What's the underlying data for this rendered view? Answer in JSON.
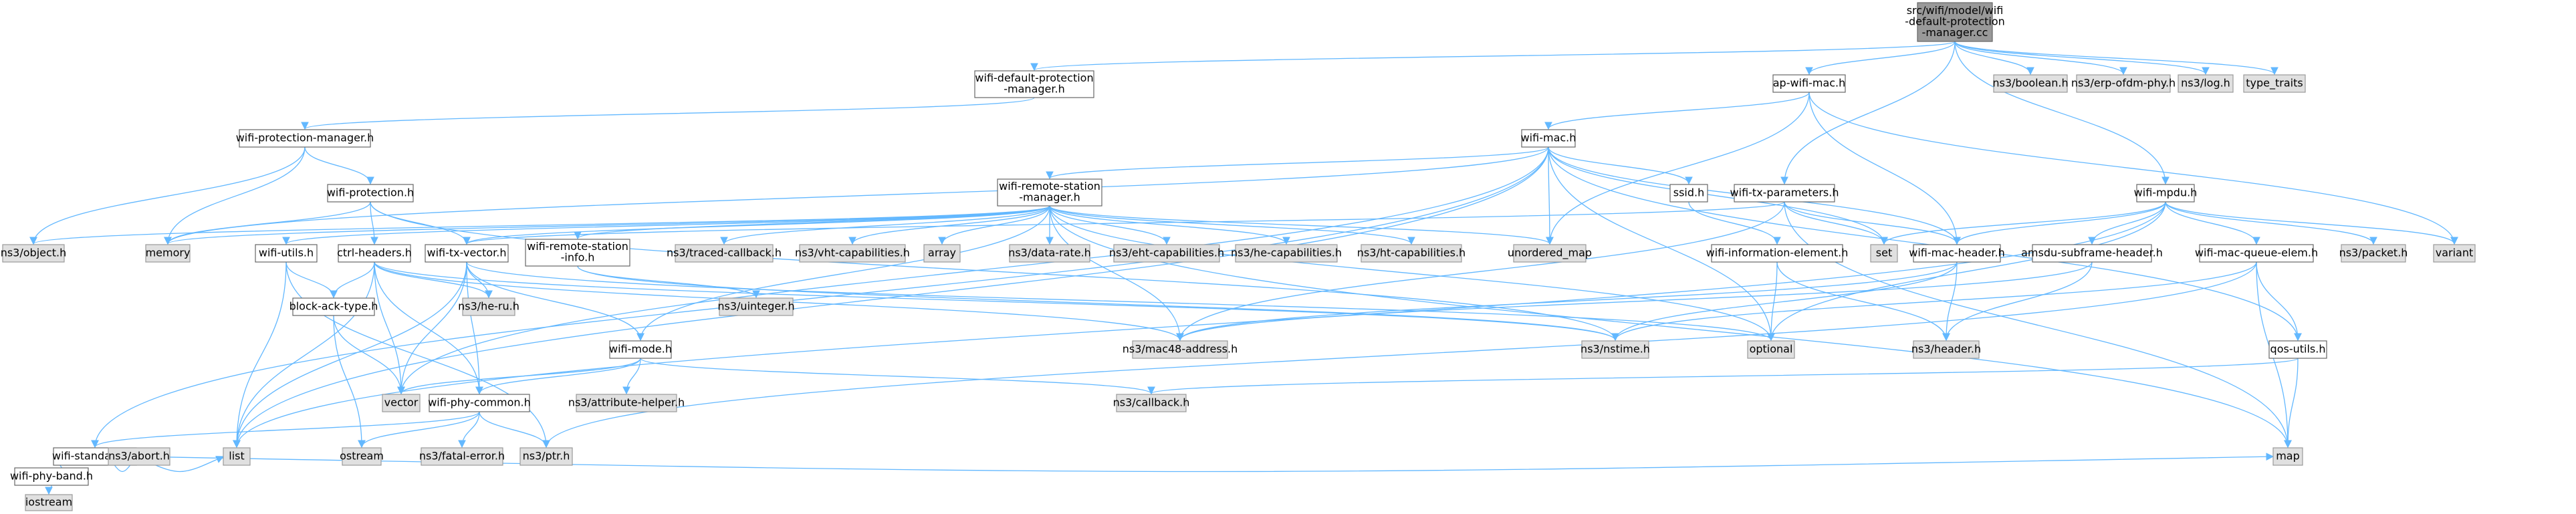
{
  "colors": {
    "edge": "#63b8ff",
    "root_fill": "#999999",
    "external_fill": "#e0e0e0",
    "file_fill": "#ffffff"
  },
  "nodes": [
    {
      "id": "root",
      "lines": [
        "src/wifi/model/wifi",
        "-default-protection",
        "-manager.cc"
      ],
      "kind": "root"
    },
    {
      "id": "wdpm",
      "lines": [
        "wifi-default-protection",
        "-manager.h"
      ],
      "kind": "file"
    },
    {
      "id": "apmac",
      "lines": [
        "ap-wifi-mac.h"
      ],
      "kind": "file"
    },
    {
      "id": "boolean",
      "lines": [
        "ns3/boolean.h"
      ],
      "kind": "ext"
    },
    {
      "id": "erp",
      "lines": [
        "ns3/erp-ofdm-phy.h"
      ],
      "kind": "ext"
    },
    {
      "id": "log",
      "lines": [
        "ns3/log.h"
      ],
      "kind": "ext"
    },
    {
      "id": "typetraits",
      "lines": [
        "type_traits"
      ],
      "kind": "ext"
    },
    {
      "id": "wpm",
      "lines": [
        "wifi-protection-manager.h"
      ],
      "kind": "file"
    },
    {
      "id": "wifimac",
      "lines": [
        "wifi-mac.h"
      ],
      "kind": "file"
    },
    {
      "id": "wifimpdu",
      "lines": [
        "wifi-mpdu.h"
      ],
      "kind": "file"
    },
    {
      "id": "wprot",
      "lines": [
        "wifi-protection.h"
      ],
      "kind": "file"
    },
    {
      "id": "wrsm",
      "lines": [
        "wifi-remote-station",
        "-manager.h"
      ],
      "kind": "file"
    },
    {
      "id": "ssid",
      "lines": [
        "ssid.h"
      ],
      "kind": "file"
    },
    {
      "id": "wtxp",
      "lines": [
        "wifi-tx-parameters.h"
      ],
      "kind": "file"
    },
    {
      "id": "object",
      "lines": [
        "ns3/object.h"
      ],
      "kind": "ext"
    },
    {
      "id": "memory",
      "lines": [
        "memory"
      ],
      "kind": "ext"
    },
    {
      "id": "wutils",
      "lines": [
        "wifi-utils.h"
      ],
      "kind": "file"
    },
    {
      "id": "ctrl",
      "lines": [
        "ctrl-headers.h"
      ],
      "kind": "file"
    },
    {
      "id": "wtxv",
      "lines": [
        "wifi-tx-vector.h"
      ],
      "kind": "file"
    },
    {
      "id": "wrsi",
      "lines": [
        "wifi-remote-station",
        "-info.h"
      ],
      "kind": "file"
    },
    {
      "id": "traced",
      "lines": [
        "ns3/traced-callback.h"
      ],
      "kind": "ext"
    },
    {
      "id": "vht",
      "lines": [
        "ns3/vht-capabilities.h"
      ],
      "kind": "ext"
    },
    {
      "id": "array",
      "lines": [
        "array"
      ],
      "kind": "ext"
    },
    {
      "id": "datarate",
      "lines": [
        "ns3/data-rate.h"
      ],
      "kind": "ext"
    },
    {
      "id": "eht",
      "lines": [
        "ns3/eht-capabilities.h"
      ],
      "kind": "ext"
    },
    {
      "id": "he",
      "lines": [
        "ns3/he-capabilities.h"
      ],
      "kind": "ext"
    },
    {
      "id": "ht",
      "lines": [
        "ns3/ht-capabilities.h"
      ],
      "kind": "ext"
    },
    {
      "id": "umap",
      "lines": [
        "unordered_map"
      ],
      "kind": "ext"
    },
    {
      "id": "wie",
      "lines": [
        "wifi-information-element.h"
      ],
      "kind": "file"
    },
    {
      "id": "set",
      "lines": [
        "set"
      ],
      "kind": "ext"
    },
    {
      "id": "wmh",
      "lines": [
        "wifi-mac-header.h"
      ],
      "kind": "file"
    },
    {
      "id": "amsdu",
      "lines": [
        "amsdu-subframe-header.h"
      ],
      "kind": "file"
    },
    {
      "id": "wmqe",
      "lines": [
        "wifi-mac-queue-elem.h"
      ],
      "kind": "file"
    },
    {
      "id": "packet",
      "lines": [
        "ns3/packet.h"
      ],
      "kind": "ext"
    },
    {
      "id": "variant",
      "lines": [
        "variant"
      ],
      "kind": "ext"
    },
    {
      "id": "back",
      "lines": [
        "block-ack-type.h"
      ],
      "kind": "file"
    },
    {
      "id": "heru",
      "lines": [
        "ns3/he-ru.h"
      ],
      "kind": "ext"
    },
    {
      "id": "uinteger",
      "lines": [
        "ns3/uinteger.h"
      ],
      "kind": "ext"
    },
    {
      "id": "wmode",
      "lines": [
        "wifi-mode.h"
      ],
      "kind": "file"
    },
    {
      "id": "mac48",
      "lines": [
        "ns3/mac48-address.h"
      ],
      "kind": "ext"
    },
    {
      "id": "nstime",
      "lines": [
        "ns3/nstime.h"
      ],
      "kind": "ext"
    },
    {
      "id": "optional",
      "lines": [
        "optional"
      ],
      "kind": "ext"
    },
    {
      "id": "header",
      "lines": [
        "ns3/header.h"
      ],
      "kind": "ext"
    },
    {
      "id": "qos",
      "lines": [
        "qos-utils.h"
      ],
      "kind": "file"
    },
    {
      "id": "attr",
      "lines": [
        "ns3/attribute-helper.h"
      ],
      "kind": "ext"
    },
    {
      "id": "vector",
      "lines": [
        "vector"
      ],
      "kind": "ext"
    },
    {
      "id": "wpc",
      "lines": [
        "wifi-phy-common.h"
      ],
      "kind": "file"
    },
    {
      "id": "callback",
      "lines": [
        "ns3/callback.h"
      ],
      "kind": "ext"
    },
    {
      "id": "wstd",
      "lines": [
        "wifi-standards.h"
      ],
      "kind": "file"
    },
    {
      "id": "ostream",
      "lines": [
        "ostream"
      ],
      "kind": "ext"
    },
    {
      "id": "fatal",
      "lines": [
        "ns3/fatal-error.h"
      ],
      "kind": "ext"
    },
    {
      "id": "ptr",
      "lines": [
        "ns3/ptr.h"
      ],
      "kind": "ext"
    },
    {
      "id": "wpb",
      "lines": [
        "wifi-phy-band.h"
      ],
      "kind": "file"
    },
    {
      "id": "abort",
      "lines": [
        "ns3/abort.h"
      ],
      "kind": "ext"
    },
    {
      "id": "list",
      "lines": [
        "list"
      ],
      "kind": "ext"
    },
    {
      "id": "map",
      "lines": [
        "map"
      ],
      "kind": "ext"
    },
    {
      "id": "iostream",
      "lines": [
        "iostream"
      ],
      "kind": "ext"
    }
  ],
  "edges": [
    [
      "root",
      "wdpm"
    ],
    [
      "root",
      "apmac"
    ],
    [
      "root",
      "boolean"
    ],
    [
      "root",
      "erp"
    ],
    [
      "root",
      "log"
    ],
    [
      "root",
      "typetraits"
    ],
    [
      "root",
      "wtxp"
    ],
    [
      "root",
      "wifimpdu"
    ],
    [
      "wdpm",
      "wpm"
    ],
    [
      "apmac",
      "wifimac"
    ],
    [
      "apmac",
      "wmh"
    ],
    [
      "apmac",
      "umap"
    ],
    [
      "apmac",
      "variant"
    ],
    [
      "wpm",
      "wprot"
    ],
    [
      "wpm",
      "object"
    ],
    [
      "wpm",
      "memory"
    ],
    [
      "wifimac",
      "wrsm"
    ],
    [
      "wifimac",
      "ssid"
    ],
    [
      "wifimac",
      "wstd"
    ],
    [
      "wifimac",
      "wmh"
    ],
    [
      "wifimac",
      "qos"
    ],
    [
      "wifimac",
      "set"
    ],
    [
      "wifimac",
      "umap"
    ],
    [
      "wifimac",
      "list"
    ],
    [
      "wifimac",
      "vector"
    ],
    [
      "wifimac",
      "memory"
    ],
    [
      "wifimac",
      "optional"
    ],
    [
      "wprot",
      "ctrl"
    ],
    [
      "wprot",
      "wtxv"
    ],
    [
      "wprot",
      "memory"
    ],
    [
      "wprot",
      "nstime"
    ],
    [
      "wrsm",
      "object"
    ],
    [
      "wrsm",
      "memory"
    ],
    [
      "wrsm",
      "wutils"
    ],
    [
      "wrsm",
      "wtxv"
    ],
    [
      "wrsm",
      "wrsi"
    ],
    [
      "wrsm",
      "traced"
    ],
    [
      "wrsm",
      "vht"
    ],
    [
      "wrsm",
      "array"
    ],
    [
      "wrsm",
      "datarate"
    ],
    [
      "wrsm",
      "eht"
    ],
    [
      "wrsm",
      "he"
    ],
    [
      "wrsm",
      "ht"
    ],
    [
      "wrsm",
      "umap"
    ],
    [
      "wrsm",
      "wmode"
    ],
    [
      "wrsm",
      "mac48"
    ],
    [
      "wrsm",
      "optional"
    ],
    [
      "wrsm",
      "map"
    ],
    [
      "ssid",
      "wie"
    ],
    [
      "wie",
      "header"
    ],
    [
      "wie",
      "optional"
    ],
    [
      "wtxp",
      "wmh"
    ],
    [
      "wtxp",
      "set"
    ],
    [
      "wtxp",
      "wtxv"
    ],
    [
      "wtxp",
      "mac48"
    ],
    [
      "wtxp",
      "map"
    ],
    [
      "wifimpdu",
      "wmh"
    ],
    [
      "wifimpdu",
      "amsdu"
    ],
    [
      "wifimpdu",
      "wmqe"
    ],
    [
      "wifimpdu",
      "packet"
    ],
    [
      "wifimpdu",
      "set"
    ],
    [
      "wifimpdu",
      "variant"
    ],
    [
      "wifimpdu",
      "list"
    ],
    [
      "wifimpdu",
      "optional"
    ],
    [
      "wutils",
      "back"
    ],
    [
      "wutils",
      "list"
    ],
    [
      "wutils",
      "ptr"
    ],
    [
      "ctrl",
      "back"
    ],
    [
      "ctrl",
      "heru"
    ],
    [
      "ctrl",
      "vector"
    ],
    [
      "ctrl",
      "list"
    ],
    [
      "ctrl",
      "wpc"
    ],
    [
      "ctrl",
      "mac48"
    ],
    [
      "ctrl",
      "nstime"
    ],
    [
      "wtxv",
      "heru"
    ],
    [
      "wtxv",
      "wmode"
    ],
    [
      "wtxv",
      "wpc"
    ],
    [
      "wtxv",
      "list"
    ],
    [
      "wtxv",
      "vector"
    ],
    [
      "wtxv",
      "optional"
    ],
    [
      "wrsi",
      "uinteger"
    ],
    [
      "wrsi",
      "nstime"
    ],
    [
      "wmh",
      "header"
    ],
    [
      "wmh",
      "mac48"
    ],
    [
      "wmh",
      "nstime"
    ],
    [
      "amsdu",
      "header"
    ],
    [
      "amsdu",
      "mac48"
    ],
    [
      "wmqe",
      "nstime"
    ],
    [
      "wmqe",
      "qos"
    ],
    [
      "wmqe",
      "map"
    ],
    [
      "wmqe",
      "ptr"
    ],
    [
      "back",
      "ostream"
    ],
    [
      "back",
      "vector"
    ],
    [
      "wmode",
      "attr"
    ],
    [
      "wmode",
      "callback"
    ],
    [
      "wmode",
      "wpc"
    ],
    [
      "wmode",
      "vector"
    ],
    [
      "qos",
      "callback"
    ],
    [
      "qos",
      "map"
    ],
    [
      "wpc",
      "wstd"
    ],
    [
      "wpc",
      "ostream"
    ],
    [
      "wpc",
      "fatal"
    ],
    [
      "wpc",
      "ptr"
    ],
    [
      "wstd",
      "wpb"
    ],
    [
      "wstd",
      "abort"
    ],
    [
      "wstd",
      "list"
    ],
    [
      "wstd",
      "map"
    ],
    [
      "wpb",
      "iostream"
    ]
  ]
}
